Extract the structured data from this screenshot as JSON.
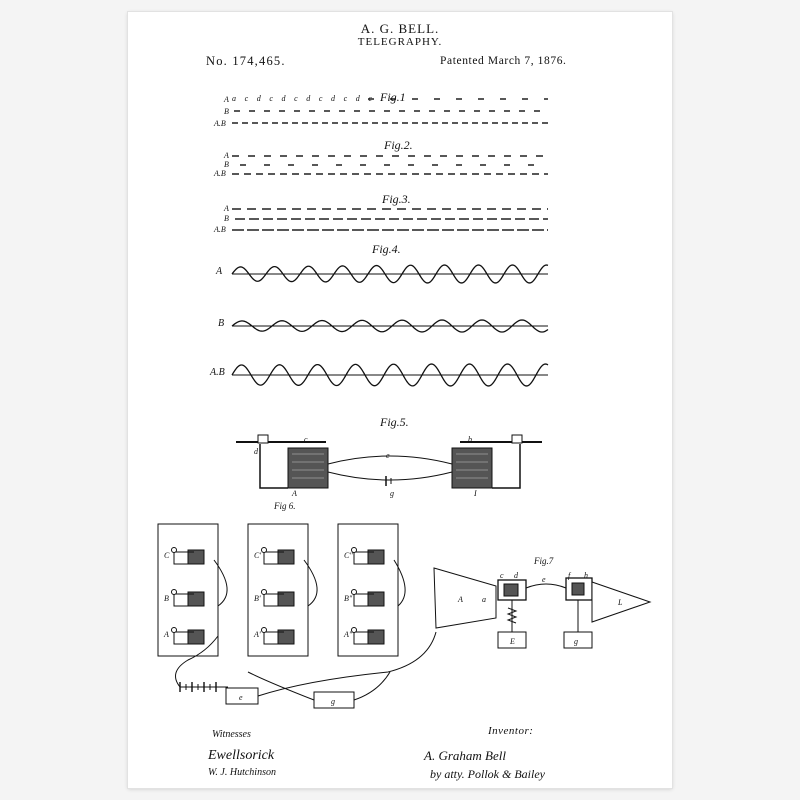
{
  "header": {
    "title": "A. G. BELL.",
    "subtitle": "TELEGRAPHY.",
    "patent_number": "No. 174,465.",
    "patent_date": "Patented March 7, 1876."
  },
  "figures": {
    "fig1": "Fig.1",
    "fig2": "Fig.2.",
    "fig3": "Fig.3.",
    "fig4": "Fig.4.",
    "fig5": "Fig.5.",
    "fig6": "Fig 6.",
    "fig7": "Fig.7"
  },
  "row_labels": {
    "a": "A",
    "b": "B",
    "ab": "A.B"
  },
  "fig1_letters": "a c d c d c d c d c d c",
  "fig5_labels": {
    "A": "A",
    "I": "I",
    "g": "g",
    "c": "c",
    "d": "d",
    "e": "e",
    "b": "b"
  },
  "fig6_labels": {
    "C": "C",
    "B": "B",
    "A": "A",
    "C2": "C'",
    "B2": "B'",
    "A2": "A'",
    "C3": "C\"",
    "B3": "B\"",
    "A3": "A\"",
    "e": "e",
    "g": "g"
  },
  "fig7_labels": {
    "A": "A",
    "L": "L",
    "E": "E",
    "g": "g",
    "e": "e",
    "c": "c",
    "d": "d",
    "a": "a",
    "h": "h",
    "f": "f"
  },
  "footer": {
    "witnesses_label": "Witnesses",
    "inventor_label": "Inventor:",
    "witness_sig1": "Ewellsorick",
    "witness_sig2": "W. J. Hutchinson",
    "inventor_sig": "A. Graham Bell",
    "attorney_sig": "by atty. Pollok & Bailey"
  }
}
